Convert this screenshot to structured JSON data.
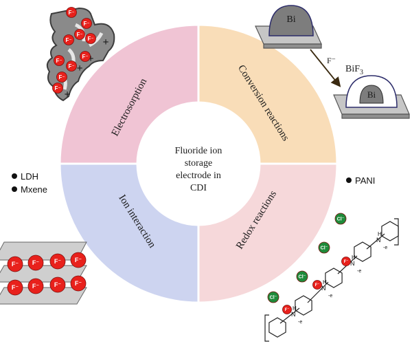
{
  "center": {
    "line1": "Fluoride ion",
    "line2": "storage",
    "line3": "electrode in",
    "line4": "CDI"
  },
  "quadrants": {
    "top_left": "Electrosorption",
    "top_right": "Conversion reactions",
    "bottom_left": "Ion interaction",
    "bottom_right": "Redox reactions"
  },
  "bullets_left": [
    "LDH",
    "Mxene"
  ],
  "bullets_right": [
    "PANI"
  ],
  "conversion": {
    "metal": "Bi",
    "arrow_ion": "F⁻",
    "product_prefix": "BiF",
    "product_subscript": "3",
    "inner_metal": "Bi"
  },
  "ion_labels": {
    "fluoride": "F⁻",
    "chloride": "Cl⁻",
    "plus": "+",
    "hydrogen": "H",
    "nitrogen": "N",
    "electron": "-e"
  },
  "colors": {
    "electrosorption": "#f0c4d4",
    "conversion": "#f9ddb8",
    "ion_interaction": "#cdd4f0",
    "redox": "#f6d8da",
    "fluoride_ion": "#e8211c",
    "chloride_ion": "#1f8a3a",
    "plate": "#c6c6c6",
    "bismuth": "#7d7d7d"
  }
}
